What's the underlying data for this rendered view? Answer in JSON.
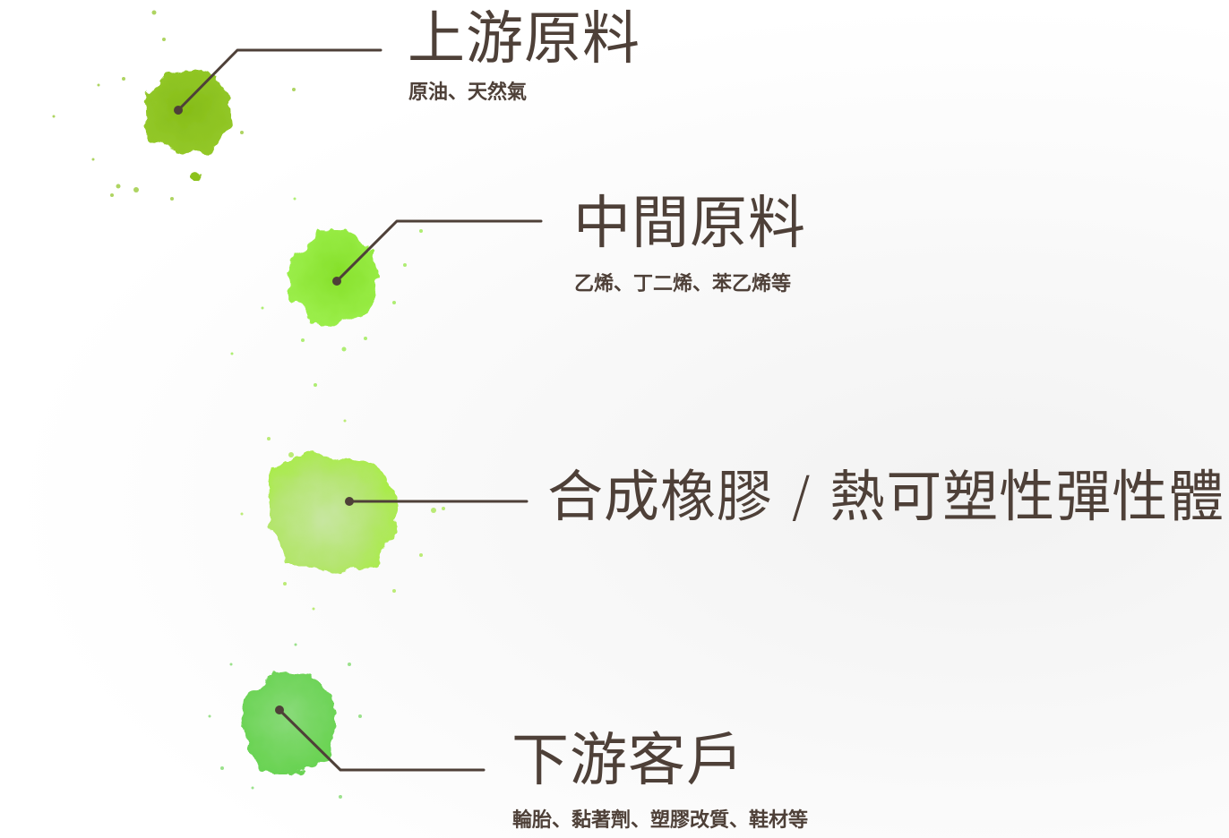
{
  "colors": {
    "text": "#4e4038",
    "line": "#4e4038",
    "splat_upstream": "#8cc21f",
    "splat_intermediate": "#8ee83a",
    "splat_synthetic": "#b2e36a",
    "splat_downstream": "#72d65c"
  },
  "nodes": [
    {
      "title": "上游原料",
      "subtitle": "原油、天然氣"
    },
    {
      "title": "中間原料",
      "subtitle": "乙烯、丁二烯、苯乙烯等"
    },
    {
      "title": "合成橡膠 / 熱可塑性彈性體",
      "subtitle": ""
    },
    {
      "title": "下游客戶",
      "subtitle": "輪胎、黏著劑、塑膠改質、鞋材等"
    }
  ]
}
